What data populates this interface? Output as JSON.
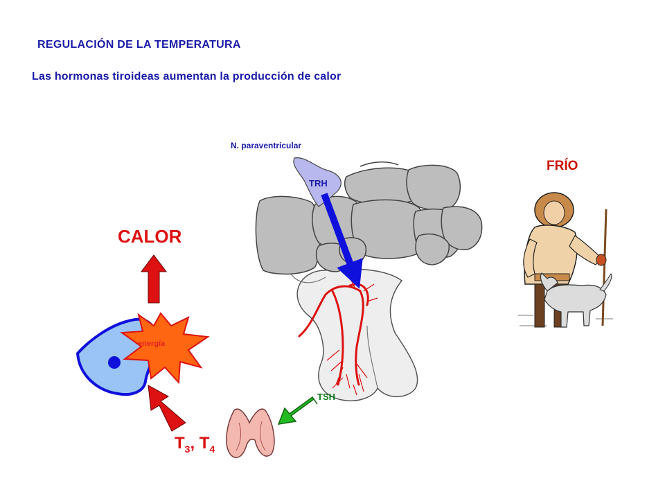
{
  "title": "REGULACIÓN DE LA TEMPERATURA",
  "subtitle": "Las hormonas tiroideas aumentan la producción de calor",
  "labels": {
    "nucleus": "N. paraventricular",
    "trh": "TRH",
    "cold": "FRÍO",
    "heat": "CALOR",
    "energy": "energía",
    "tsh": "TSH",
    "hormone_t": "T",
    "hormone_t3_sub": "3",
    "hormone_sep": ", T",
    "hormone_t4_sub": "4"
  },
  "colors": {
    "text_blue": "#1a1aa8",
    "heat_red": "#dd1111",
    "cold_red": "#cc1100",
    "trh_arrow": "#1010dd",
    "tsh_arrow": "#22bb22",
    "cell_fill": "#99c4f5",
    "cell_border": "#1010dd",
    "burst_fill": "#ff6611",
    "brain_gray": "#bdbdbd",
    "pituitary": "#eeeeee",
    "thyroid": "#f3b8b0"
  },
  "icons": [
    "brain-illustration",
    "pituitary-illustration",
    "thyroid-gland-illustration",
    "eskimo-with-wolf-illustration",
    "cell-illustration",
    "energy-burst-icon"
  ]
}
